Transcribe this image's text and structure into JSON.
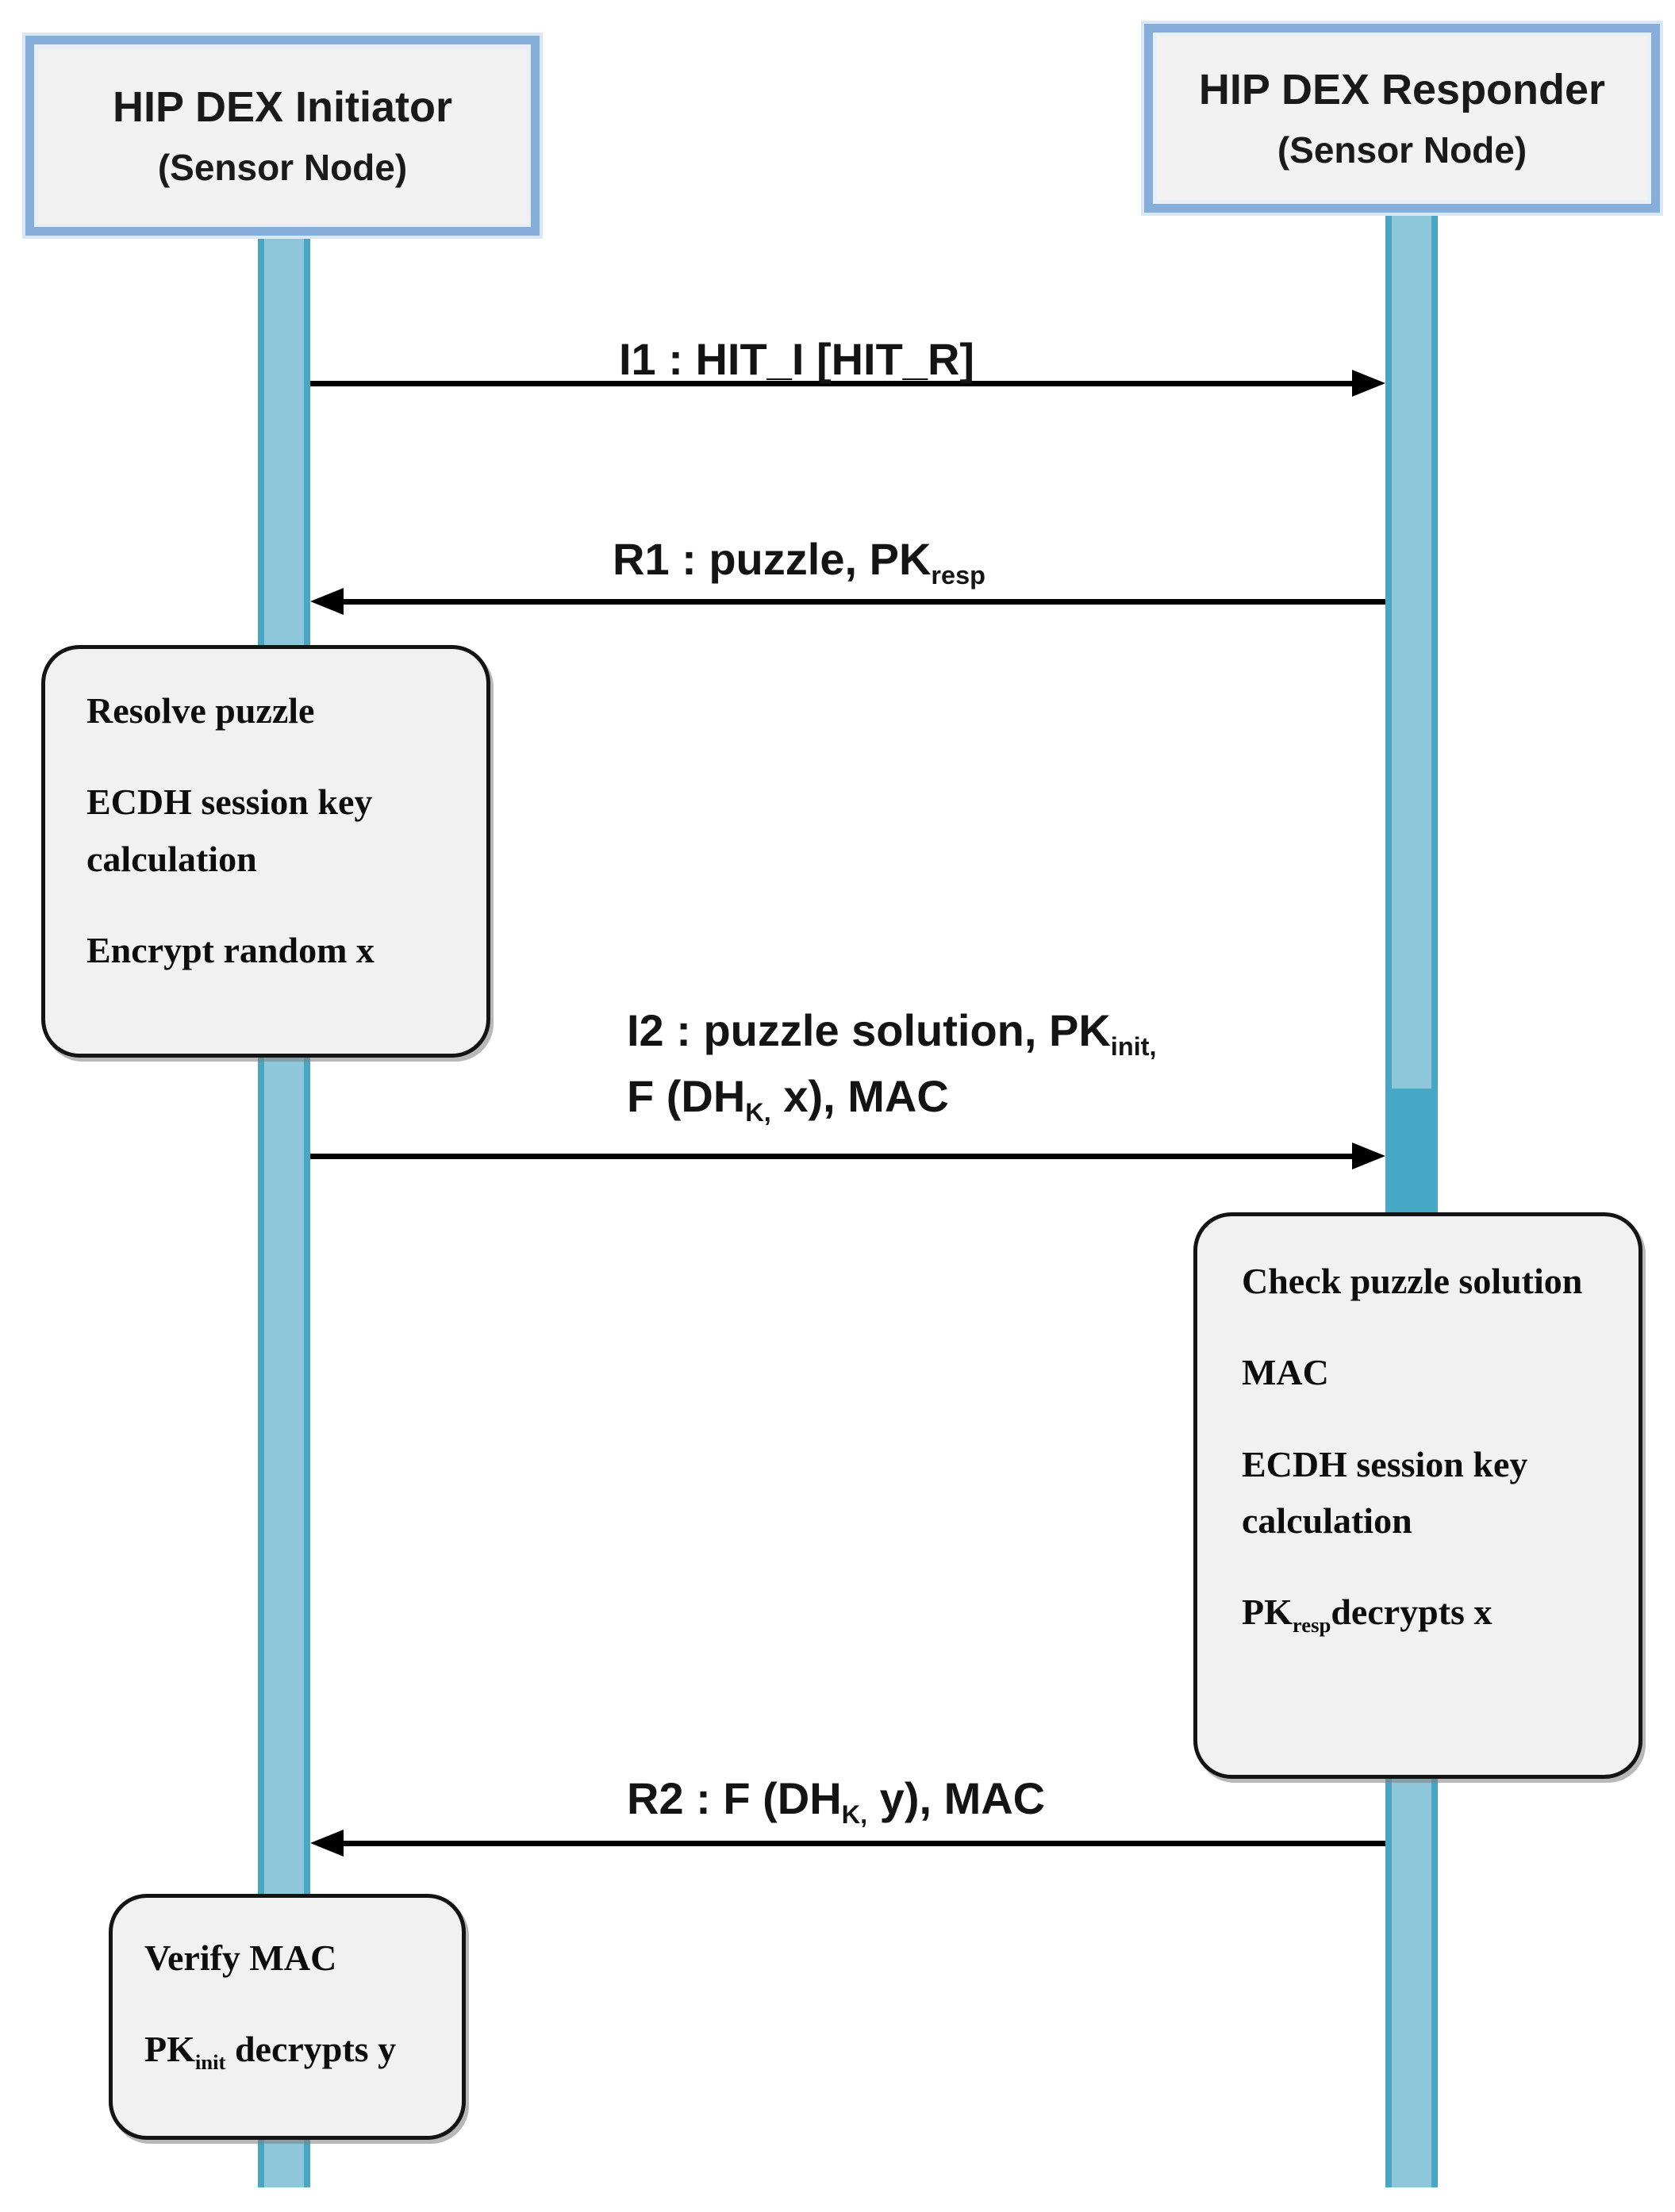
{
  "colors": {
    "header_border": "#85aeda",
    "box_fill": "#f2f2f2",
    "lifeline_fill": "#8dc7d9",
    "lifeline_edge": "#4aa6c2",
    "activation_fill": "#46a8c4",
    "note_fill": "#f1f1f1",
    "note_border": "#141414",
    "arrow_color": "#000000"
  },
  "participants": [
    {
      "title": "HIP DEX Initiator",
      "subtitle": "(Sensor Node)"
    },
    {
      "title": "HIP DEX Responder",
      "subtitle": "(Sensor Node)"
    }
  ],
  "messages": [
    {
      "name": "I1",
      "direction": "right",
      "label": [
        {
          "text": "I1 : HIT_I [HIT_R]"
        }
      ]
    },
    {
      "name": "R1",
      "direction": "left",
      "label": [
        {
          "text": "R1 : puzzle, PK"
        },
        {
          "text": "resp",
          "sub": true
        }
      ]
    },
    {
      "name": "I2",
      "direction": "right",
      "label_line1": [
        {
          "text": "I2 : puzzle solution, PK"
        },
        {
          "text": "init,",
          "sub": true
        }
      ],
      "label_line2": [
        {
          "text": "F (DH"
        },
        {
          "text": "K,",
          "sub": true
        },
        {
          "text": " x), MAC"
        }
      ]
    },
    {
      "name": "R2",
      "direction": "left",
      "label": [
        {
          "text": "R2 :  F (DH"
        },
        {
          "text": "K,",
          "sub": true
        },
        {
          "text": " y), MAC"
        }
      ]
    }
  ],
  "notes": [
    {
      "owner": "initiator",
      "lines": [
        [
          {
            "text": "Resolve puzzle"
          }
        ],
        [
          {
            "text": " ECDH session key calculation"
          }
        ],
        [
          {
            "text": "Encrypt random x"
          }
        ]
      ]
    },
    {
      "owner": "responder",
      "lines": [
        [
          {
            "text": "Check puzzle solution"
          }
        ],
        [
          {
            "text": "MAC"
          }
        ],
        [
          {
            "text": "ECDH session key calculation"
          }
        ],
        [
          {
            "text": " PK"
          },
          {
            "text": "resp",
            "sub": true
          },
          {
            "text": "decrypts x"
          }
        ]
      ]
    },
    {
      "owner": "initiator",
      "lines": [
        [
          {
            "text": "Verify MAC"
          }
        ],
        [
          {
            "text": "PK"
          },
          {
            "text": "init",
            "sub": true
          },
          {
            "text": " decrypts y"
          }
        ]
      ]
    }
  ]
}
